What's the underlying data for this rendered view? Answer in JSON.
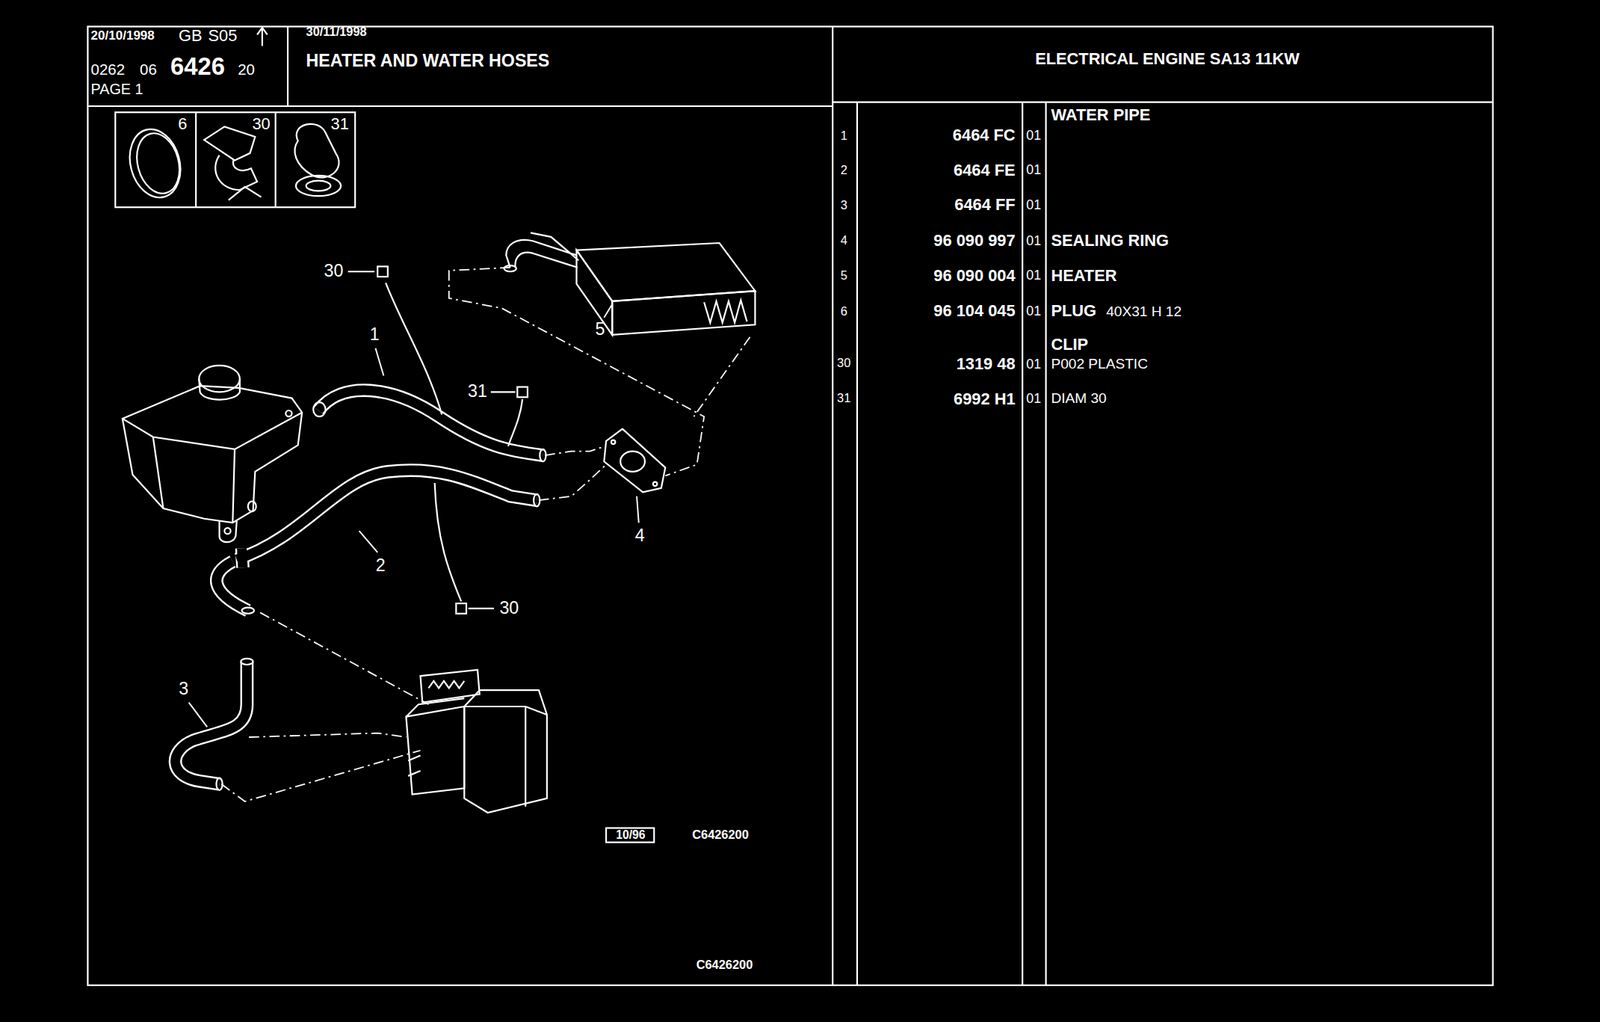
{
  "diagram": {
    "title": "HEATER AND WATER HOSES",
    "nodes": [
      {
        "text": [
          "20/10/1998",
          "GB",
          "S05",
          "0262",
          "06",
          "6426",
          "20",
          "PAGE 1"
        ]
      },
      {
        "text": [
          "30/11/1998"
        ]
      },
      {
        "text": [
          "ELECTRICAL ENGINE SA13 11KW"
        ]
      },
      {
        "text": [
          "6"
        ]
      },
      {
        "text": [
          "30"
        ]
      },
      {
        "text": [
          "31"
        ]
      }
    ],
    "labels": [
      "30",
      "1",
      "31",
      "5",
      "4",
      "2",
      "30",
      "3",
      "10/96",
      "C6426200",
      "C6426200",
      "WATER PIPE",
      "1",
      "6464 FC",
      "01",
      "2",
      "6464 FE",
      "01",
      "3",
      "6464 FF",
      "01",
      "4",
      "96 090 997",
      "01",
      "SEALING RING",
      "5",
      "96 090 004",
      "01",
      "HEATER",
      "6",
      "96 104 045",
      "01",
      "PLUG",
      "40X31 H 12",
      "CLIP",
      "30",
      "1319 48",
      "01",
      "P002 PLASTIC",
      "31",
      "6992 H1",
      "01",
      "DIAM 30"
    ]
  }
}
